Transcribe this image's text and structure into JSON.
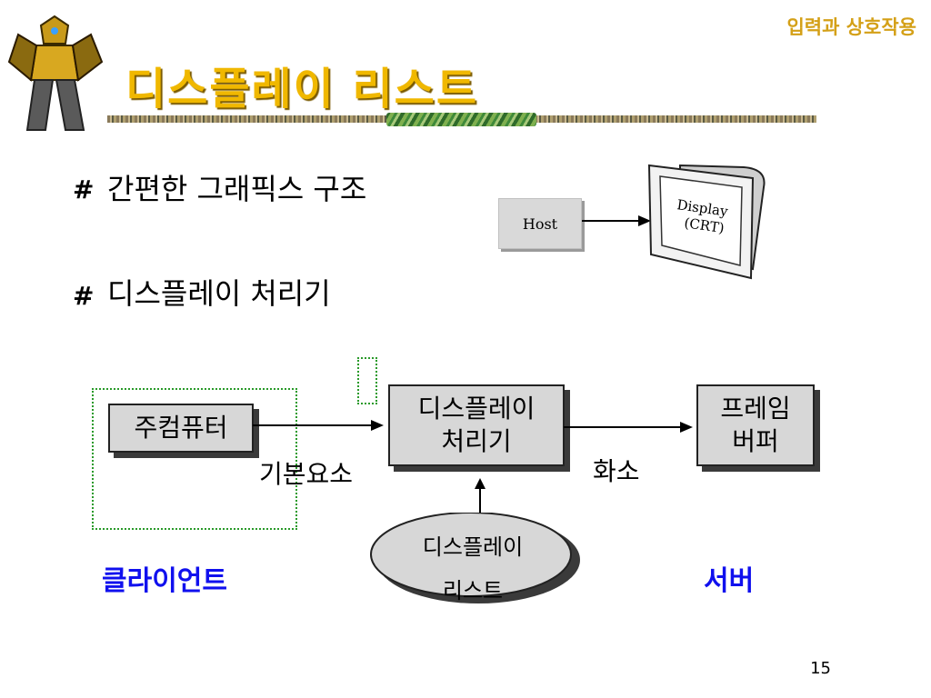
{
  "header": {
    "section_label": "입력과 상호작용",
    "title": "디스플레이 리스트",
    "decoration_icon": "robot-figure"
  },
  "bullets": [
    {
      "icon": "#",
      "text": "간편한 그래픽스 구조"
    },
    {
      "icon": "#",
      "text": "디스플레이 처리기"
    }
  ],
  "host_diagram": {
    "host_label": "Host",
    "display_line1": "Display",
    "display_line2": "(CRT)"
  },
  "main_diagram": {
    "host_computer": "주컴퓨터",
    "display_processor_line1": "디스플레이",
    "display_processor_line2": "처리기",
    "frame_buffer_line1": "프레임",
    "frame_buffer_line2": "버퍼",
    "display_list_line1": "디스플레이",
    "display_list_line2": "리스트",
    "edge_primitives": "기본요소",
    "edge_pixels": "화소",
    "client_label": "클라이언트",
    "server_label": "서버",
    "colors": {
      "client": "#1010ee",
      "server": "#1010ee",
      "dotted_region": "#2a9a2a"
    }
  },
  "footer": {
    "page_number": "15"
  }
}
